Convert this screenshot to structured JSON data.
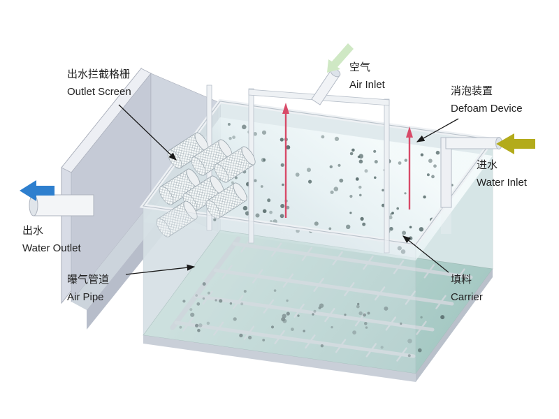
{
  "diagram": {
    "labels": {
      "outlet_screen": {
        "zh": "出水拦截格栅",
        "en": "Outlet Screen"
      },
      "air_inlet": {
        "zh": "空气",
        "en": "Air Inlet"
      },
      "defoam_device": {
        "zh": "消泡装置",
        "en": "Defoam Device"
      },
      "water_inlet": {
        "zh": "进水",
        "en": "Water Inlet"
      },
      "water_outlet": {
        "zh": "出水",
        "en": "Water Outlet"
      },
      "air_pipe": {
        "zh": "曝气管道",
        "en": "Air Pipe"
      },
      "carrier": {
        "zh": "填料",
        "en": "Carrier"
      }
    }
  },
  "colors": {
    "water_outlet_arrow": "#2e7fce",
    "water_inlet_arrow": "#b3ab1b",
    "air_inlet_arrow": "#cfe8c4",
    "defoam_device": "#d84a68",
    "carrier_dot": "#566a6a",
    "tank_wall": "#d8dce6",
    "water_surface": "#eaf4f6",
    "tank_floor": "#b7d4d0"
  }
}
